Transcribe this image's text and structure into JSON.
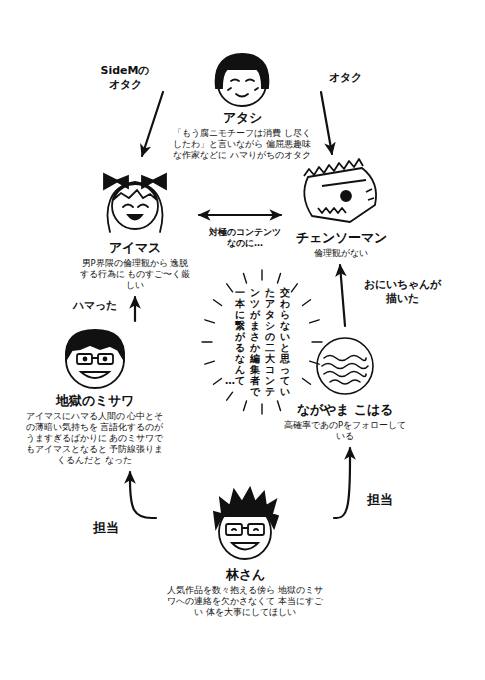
{
  "diagram": {
    "nodes": [
      {
        "text": [
          "アタシ",
          "「もう腐ニモチーフは消費 し尽くしたわ」と言いながら 偏屈悪趣味な作家などに ハマりがちのオタク"
        ]
      },
      {
        "text": [
          "アイマス",
          "男P界隈の倫理観から 逸脱する行為に ものすご〜く厳しい"
        ]
      },
      {
        "text": [
          "チェンソーマン",
          "倫理観がない"
        ]
      },
      {
        "text": [
          "地獄のミサワ",
          "アイマスにハマる人間の 心中とその薄暗い気持ちを 言語化するのがうますぎるばかりに あのミサワでもアイマスとなると 予防線張りまくるんだと なった"
        ]
      },
      {
        "text": [
          "ながやま こはる",
          "高確率であのPをフォローしている"
        ]
      },
      {
        "text": [
          "林さん",
          "人気作品を数々抱える傍ら 地獄のミサワへの連絡を欠かさなくて 本当にすごい 体を大事にしてほしい"
        ]
      }
    ],
    "edges": [
      {
        "from": 0,
        "to": 1,
        "arrow": "to",
        "label": "SideMの オタク"
      },
      {
        "from": 0,
        "to": 2,
        "arrow": "to",
        "label": "オタク"
      },
      {
        "from": 1,
        "to": 2,
        "arrow": "both",
        "label": "対極のコンテンツ なのに…"
      },
      {
        "from": 3,
        "to": 1,
        "arrow": "to",
        "label": "ハマった"
      },
      {
        "from": 4,
        "to": 2,
        "arrow": "to",
        "label": "おにいちゃんが 描いた"
      },
      {
        "from": 5,
        "to": 3,
        "arrow": "to",
        "label": "担当"
      },
      {
        "from": 5,
        "to": 4,
        "arrow": "to",
        "label": "担当"
      }
    ],
    "labels": [
      "交わらないと思っていた アタシの二大コンテンツが まさか編集者で 一本に繋がるなんて…"
    ]
  }
}
